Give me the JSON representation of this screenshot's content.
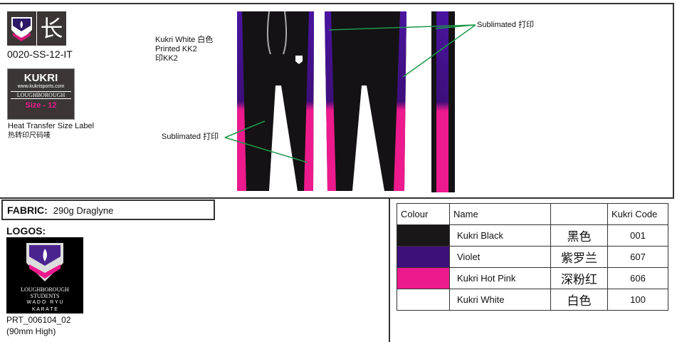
{
  "header": {
    "style_code": "0020-SS-12-IT"
  },
  "size_label": {
    "brand": "KUKRI",
    "url": "www.kukrisports.com",
    "club": "LOUGHBOROUGH",
    "size": "Size - 12",
    "caption": "Heat Transfer Size Label",
    "caption_cn": "热转印尺码唛"
  },
  "annotations": {
    "print_line1": "Kukri White  白色",
    "print_line2": "Printed KK2",
    "print_line3": "印KK2",
    "sublimated_left": "Sublimated  打印",
    "sublimated_right": "Sublimated  打印"
  },
  "fabric": {
    "label": "FABRIC:",
    "value": "290g Draglyne"
  },
  "logos": {
    "label": "LOGOS:",
    "logo_text": [
      "LOUGHBOROUGH",
      "STUDENTS",
      "W A D O   R Y U",
      "K A R A T E"
    ],
    "code": "PRT_006104_02",
    "size": "(90mm High)"
  },
  "colours": {
    "headers": [
      "Colour",
      "Name",
      "",
      "Kukri Code"
    ],
    "rows": [
      {
        "swatch": "#1a1718",
        "name": "Kukri Black",
        "cn": "黑色",
        "code": "001"
      },
      {
        "swatch": "#3d0f7a",
        "name": "Violet",
        "cn": "紫罗兰",
        "code": "607"
      },
      {
        "swatch": "#ec1a8c",
        "name": "Kukri Hot Pink",
        "cn": "深粉红",
        "code": "606"
      },
      {
        "swatch": "#ffffff",
        "name": "Kukri White",
        "cn": "白色",
        "code": "100"
      }
    ]
  }
}
